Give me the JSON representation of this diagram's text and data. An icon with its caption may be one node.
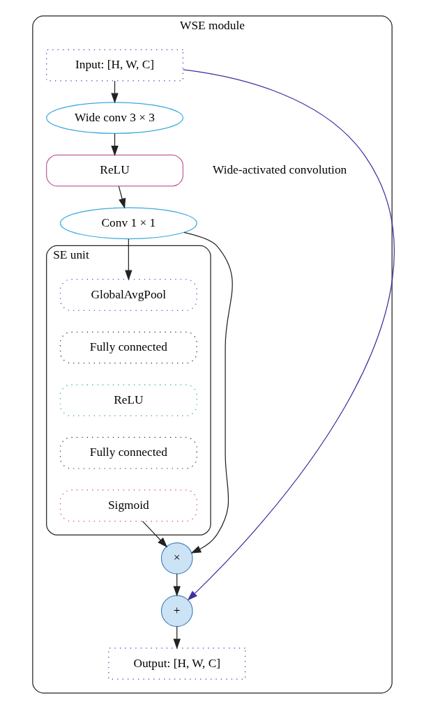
{
  "diagram": {
    "nodes": [
      {
        "text": [
          "WSE module"
        ]
      },
      {
        "text": [
          "Input: [H, W, C]"
        ],
        "in": 0
      },
      {
        "text": [
          "Wide conv 3 × 3"
        ],
        "in": 0
      },
      {
        "text": [
          "ReLU"
        ],
        "in": 0
      },
      {
        "text": [
          "Conv 1 × 1"
        ],
        "in": 0
      },
      {
        "text": [
          "SE unit"
        ],
        "in": 0
      },
      {
        "text": [
          "GlobalAvgPool"
        ],
        "in": 5
      },
      {
        "text": [
          "Fully connected"
        ],
        "in": 5
      },
      {
        "text": [
          "ReLU"
        ],
        "in": 5
      },
      {
        "text": [
          "Fully connected"
        ],
        "in": 5
      },
      {
        "text": [
          "Sigmoid"
        ],
        "in": 5
      },
      {
        "text": [
          "×"
        ],
        "in": 0
      },
      {
        "text": [
          "+"
        ],
        "in": 0
      },
      {
        "text": [
          "Output: [H, W, C]"
        ],
        "in": 0
      }
    ],
    "edges": [
      {
        "from": 1,
        "to": 2,
        "arrow": "to"
      },
      {
        "from": 2,
        "to": 3,
        "arrow": "to"
      },
      {
        "from": 3,
        "to": 4,
        "arrow": "to"
      },
      {
        "from": 4,
        "to": 6,
        "arrow": "to"
      },
      {
        "from": 4,
        "to": 11,
        "arrow": "to"
      },
      {
        "from": 10,
        "to": 11,
        "arrow": "to"
      },
      {
        "from": 11,
        "to": 12,
        "arrow": "to"
      },
      {
        "from": 1,
        "to": 12,
        "arrow": "to",
        "color": "#3f2f9f"
      },
      {
        "from": 12,
        "to": 13,
        "arrow": "to"
      }
    ],
    "labels": [
      "Wide-activated convolution"
    ]
  }
}
